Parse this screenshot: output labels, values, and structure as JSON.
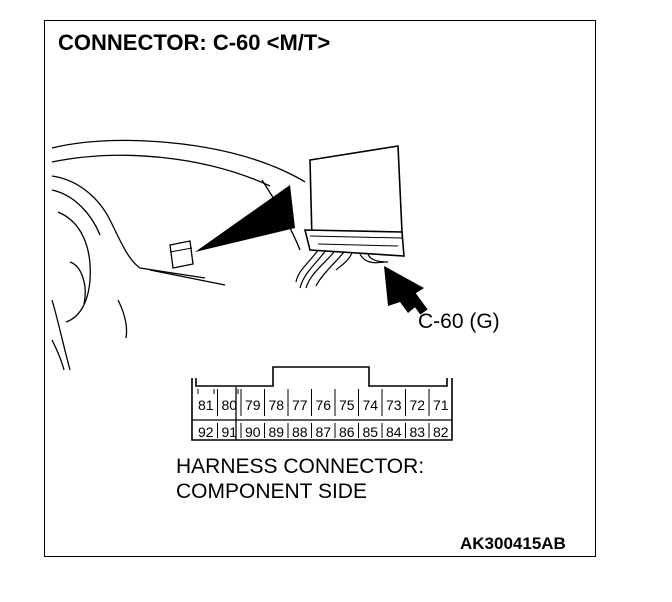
{
  "title": "CONNECTOR: C-60 <M/T>",
  "callout_label": "C-60 (G)",
  "caption_line1": "HARNESS CONNECTOR:",
  "caption_line2": "COMPONENT SIDE",
  "figure_code": "AK300415AB",
  "connector": {
    "top_row": [
      "81",
      "80",
      "79",
      "78",
      "77",
      "76",
      "75",
      "74",
      "73",
      "72",
      "71"
    ],
    "bottom_row": [
      "92",
      "91",
      "90",
      "89",
      "88",
      "87",
      "86",
      "85",
      "84",
      "83",
      "82"
    ]
  }
}
